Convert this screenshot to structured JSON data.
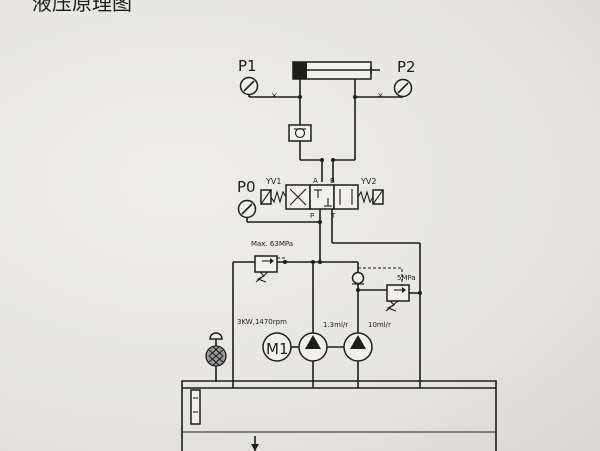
{
  "title": "液压原理图",
  "labels": {
    "p1": "P1",
    "p2": "P2",
    "p0": "P0",
    "yv1": "YV1",
    "yv2": "YV2",
    "port_a": "A",
    "port_b": "B",
    "port_p": "P",
    "port_t": "T",
    "relief1": "Max. 63MPa",
    "relief2": "5MPa",
    "motor_spec": "3KW,1470rpm",
    "motor": "M1",
    "pump1": "1.3ml/r",
    "pump2": "10ml/r"
  },
  "colors": {
    "ink": "#1d1d1d",
    "paper": "#e9e8e3"
  }
}
